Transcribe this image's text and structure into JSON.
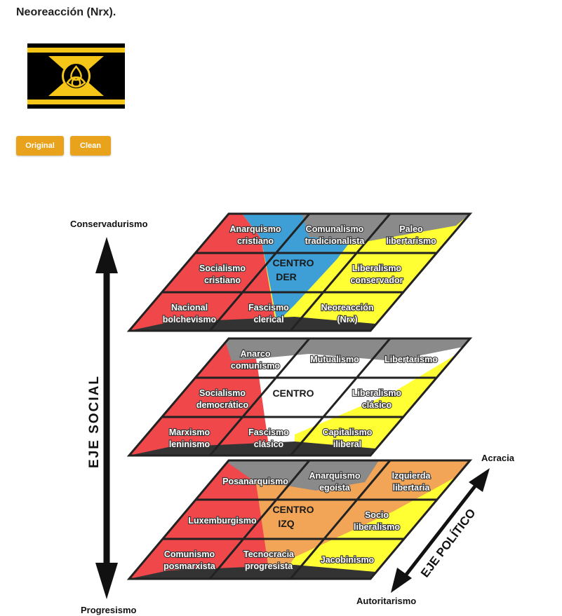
{
  "page": {
    "title": "Neoreacción (Nrx).",
    "buttons": {
      "original": "Original",
      "clean": "Clean"
    }
  },
  "colors": {
    "accent_button": "#e9a21b",
    "red": "#f0474b",
    "yellow": "#ffff33",
    "blue": "#3d9fd6",
    "orange": "#f2a557",
    "gray": "#8a8a8a",
    "dark": "#333333",
    "flag_gold": "#f5c518"
  },
  "diagram": {
    "axis_social": {
      "label": "EJE SOCIAL",
      "top": "Conservadurismo",
      "bottom": "Progresismo"
    },
    "axis_politico": {
      "label": "EJE POLÍTICO",
      "top": "Acracia",
      "bottom": "Autoritarismo"
    },
    "layers": [
      {
        "name": "top",
        "center": [
          "CENTRO",
          "DER"
        ],
        "cells": [
          [
            "Anarquismo",
            "cristiano"
          ],
          [
            "Comunalismo",
            "tradicionalista"
          ],
          [
            "Paleo",
            "libertarismo"
          ],
          [
            "Socialismo",
            "cristiano"
          ],
          [
            "Liberalismo",
            "conservador"
          ],
          [
            "Nacional",
            "bolchevismo"
          ],
          [
            "Fascismo",
            "clerical"
          ],
          [
            "Neoreacción",
            "(Nrx)"
          ]
        ]
      },
      {
        "name": "middle",
        "center": [
          "CENTRO"
        ],
        "cells": [
          [
            "Anarco",
            "comunismo"
          ],
          [
            "Mutualismo"
          ],
          [
            "Libertarismo"
          ],
          [
            "Socialismo",
            "democrático"
          ],
          [
            "Liberalismo",
            "clásico"
          ],
          [
            "Marxismo",
            "leninismo"
          ],
          [
            "Fascismo",
            "clásico"
          ],
          [
            "Capitalismo",
            "iliberal"
          ]
        ]
      },
      {
        "name": "bottom",
        "center": [
          "CENTRO",
          "IZQ"
        ],
        "cells": [
          [
            "Posanarquismo"
          ],
          [
            "Anarquismo",
            "egoísta"
          ],
          [
            "Izquierda",
            "libertaria"
          ],
          [
            "Luxemburgismo"
          ],
          [
            "Socio",
            "liberalismo"
          ],
          [
            "Comunismo",
            "posmarxista"
          ],
          [
            "Tecnocracia",
            "progresista"
          ],
          [
            "Jacobinismo"
          ]
        ]
      }
    ]
  }
}
